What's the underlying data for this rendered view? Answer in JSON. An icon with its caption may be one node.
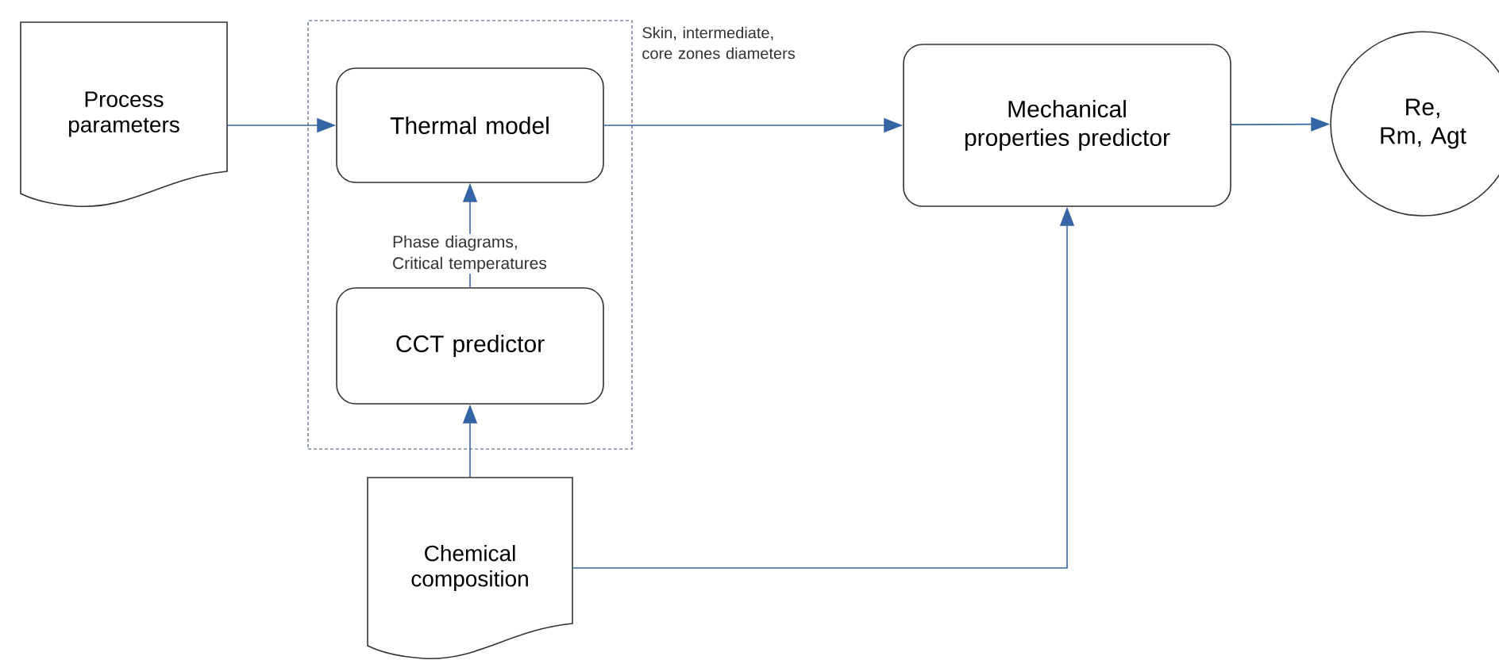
{
  "diagram": {
    "nodes": [
      {
        "text": [
          "Process parameters"
        ]
      },
      {
        "text": [],
        "shape": "box"
      },
      {
        "text": [
          "Thermal model"
        ],
        "in": 1
      },
      {
        "text": [
          "CCT predictor"
        ],
        "in": 1
      },
      {
        "text": [
          "Chemical composition"
        ]
      },
      {
        "text": [
          "Mechanical properties predictor"
        ]
      },
      {
        "text": [
          "Re, Rm, Agt"
        ]
      }
    ],
    "edges": [
      {
        "from": 0,
        "to": 2,
        "arrow": "to"
      },
      {
        "from": 3,
        "to": 2,
        "arrow": "to",
        "label": "Phase diagrams, Critical temperatures"
      },
      {
        "from": 4,
        "to": 3,
        "arrow": "to"
      },
      {
        "from": 2,
        "to": 5,
        "arrow": "to",
        "label": "Skin, intermediate, core zones diameters"
      },
      {
        "from": 4,
        "to": 5,
        "arrow": "to"
      },
      {
        "from": 5,
        "to": 6,
        "arrow": "to"
      }
    ]
  }
}
